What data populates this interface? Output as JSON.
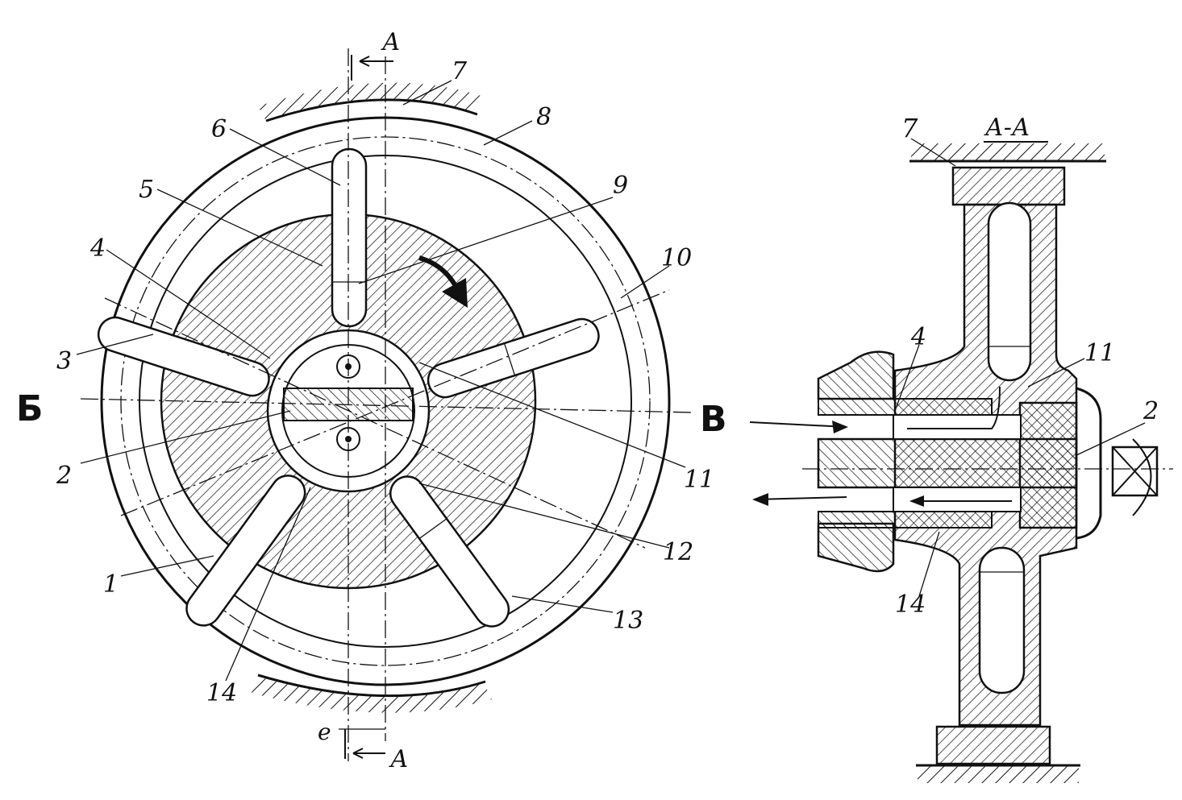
{
  "diagram": {
    "section_mark": "А",
    "section_title": "А-А",
    "view_left_mark": "Б",
    "view_right_mark": "В",
    "eccentricity_mark": "e",
    "front_view_labels": [
      "1",
      "2",
      "3",
      "4",
      "5",
      "6",
      "7",
      "8",
      "9",
      "10",
      "11",
      "12",
      "13",
      "14"
    ],
    "section_view_labels": [
      "2",
      "4",
      "7",
      "11",
      "14"
    ]
  }
}
